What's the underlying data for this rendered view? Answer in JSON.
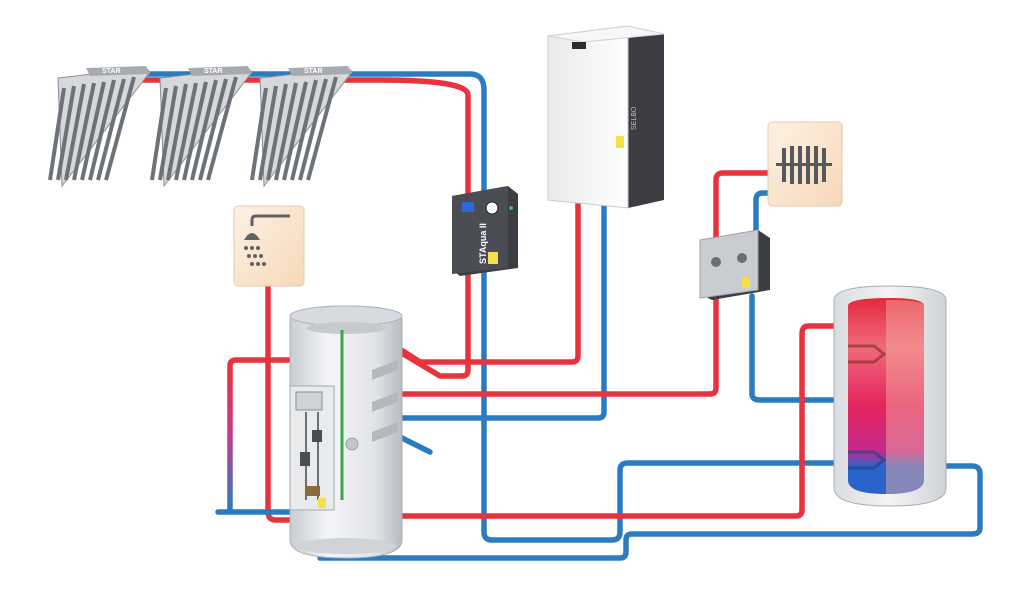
{
  "collectors": [
    {
      "brand_label": "STAR"
    },
    {
      "brand_label": "STAR"
    },
    {
      "brand_label": "STAR"
    }
  ],
  "controller": {
    "brand_label": "STAqua II"
  },
  "heat_source_unit": {
    "brand_label": "SELBO"
  },
  "colors": {
    "hot_pipe": "#e8323c",
    "cold_pipe": "#2a7bbf",
    "device_dark": "#3b3d42",
    "device_light": "#f1f2f4",
    "icon_tile": "#fbe6cf",
    "warning_sticker": "#f4e04a"
  },
  "icons": [
    "solar-collector-icon",
    "shower-icon",
    "radiator-icon"
  ]
}
